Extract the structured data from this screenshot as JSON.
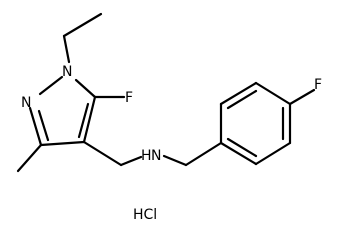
{
  "molecule": {
    "atom_labels": {
      "n1": "N",
      "n2": "N",
      "f_pyrazole": "F",
      "nh": "H",
      "nh_n": "N",
      "f_phenyl": "F"
    },
    "salt_label": "HCl",
    "bond_color": "#000000",
    "label_color": "#000000"
  }
}
